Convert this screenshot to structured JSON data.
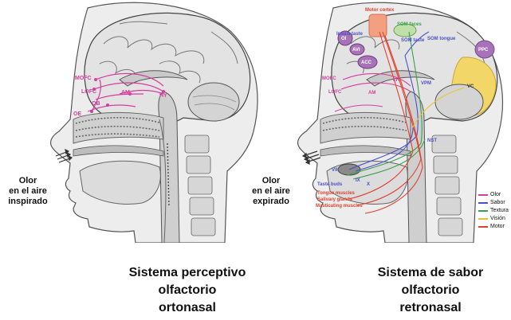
{
  "left": {
    "side_label": [
      "Olor",
      "en el aire",
      "inspirado"
    ],
    "caption": [
      "Sistema perceptivo",
      "olfactorio",
      "ortonasal"
    ],
    "labels": {
      "mofc": "MOFC",
      "lofc": "LOFC",
      "am": "AM",
      "ob": "OB",
      "oe": "OE",
      "hyp": "HY"
    }
  },
  "right": {
    "side_label": [
      "Olor",
      "en el aire",
      "expirado"
    ],
    "caption": [
      "Sistema de sabor",
      "olfactorio",
      "retronasal"
    ],
    "labels": {
      "motor_cortex": "Motor cortex",
      "som_faces": "SOM faces",
      "insula_taste": "Insula taste",
      "som_taste": "SOM taste",
      "som_tongue": "SOM tongue",
      "oi": "OI",
      "avi": "AVI",
      "acc": "ACC",
      "ppc": "PPC",
      "vc": "VC",
      "mofc": "MOFC",
      "lofc": "LOFC",
      "am": "AM",
      "lh": "LH",
      "vpm": "VPM",
      "nst": "NST",
      "vii": "VII",
      "ix": "IX",
      "x": "X",
      "taste_buds": "Taste buds",
      "tongue_muscles": "Tongue muscles",
      "salivary_glands": "Salivary glands",
      "masticating_muscles": "Masticating muscles"
    }
  },
  "legend": [
    {
      "label": "Olor",
      "color": "#d63d9e"
    },
    {
      "label": "Sabor",
      "color": "#4a52c9"
    },
    {
      "label": "Textura",
      "color": "#3aa14a"
    },
    {
      "label": "Visión",
      "color": "#e8c331"
    },
    {
      "label": "Motor",
      "color": "#e0412f"
    }
  ],
  "colors": {
    "olor": "#d63d9e",
    "sabor": "#4a52c9",
    "textura": "#3aa14a",
    "vision": "#e8c331",
    "motor": "#e0412f",
    "tissue": "#d9d9d9",
    "brain": "#e6e6e6"
  }
}
